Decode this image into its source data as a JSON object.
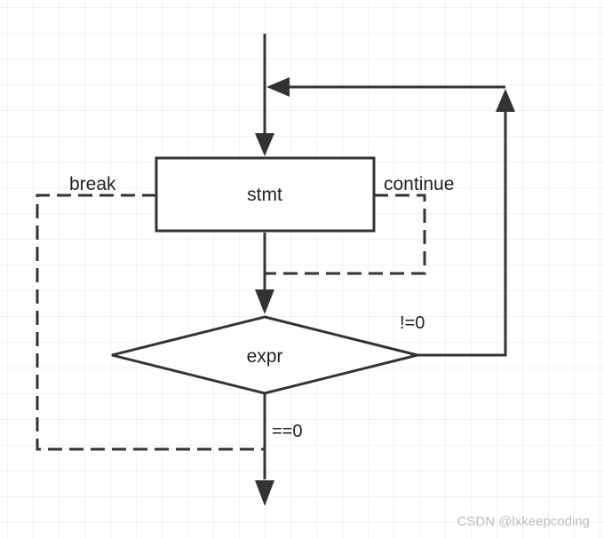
{
  "diagram": {
    "nodes": {
      "stmt": "stmt",
      "expr": "expr"
    },
    "edge_labels": {
      "break": "break",
      "continue": "continue",
      "not_zero": "!=0",
      "equals_zero": "==0"
    }
  },
  "watermark": "CSDN @lxkeepcoding",
  "colors": {
    "grid": "#e4e4e4",
    "line": "#333333",
    "node_fill": "#ffffff",
    "watermark": "#bdbdbd"
  }
}
